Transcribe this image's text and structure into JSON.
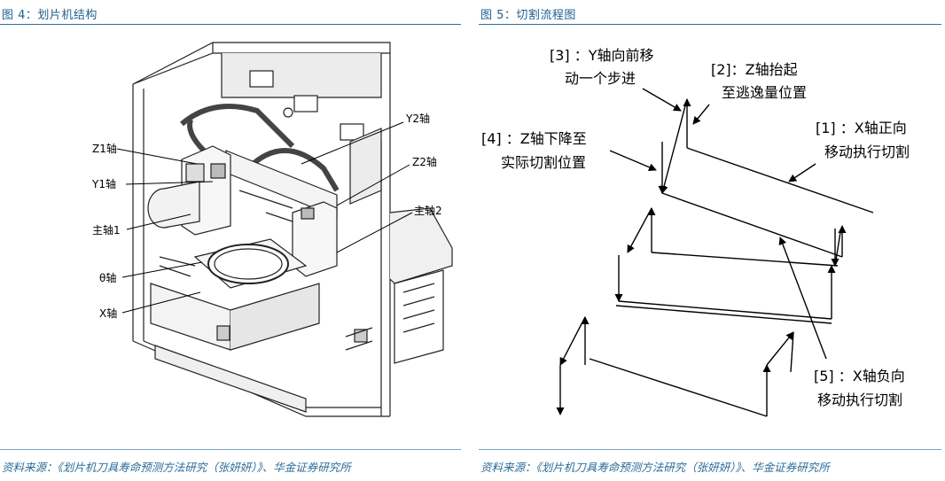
{
  "left": {
    "caption": "图 4：划片机结构",
    "labels": {
      "z1": "Z1轴",
      "y1": "Y1轴",
      "spindle1": "主轴1",
      "theta": "θ轴",
      "x": "X轴",
      "y2": "Y2轴",
      "z2": "Z2轴",
      "spindle2": "主轴2"
    },
    "source": "资料来源：《划片机刀具寿命预测方法研究（张妍妍）》、华金证券研究所"
  },
  "right": {
    "caption": "图 5：切割流程图",
    "steps": {
      "s3_line1": "[3] ：Y轴向前移",
      "s3_line2": "动一个步进",
      "s2_line1": "[2]：Z轴抬起",
      "s2_line2": "至逃逸量位置",
      "s4_line1": "[4] ：Z轴下降至",
      "s4_line2": "实际切割位置",
      "s1_line1": "[1] ：X轴正向",
      "s1_line2": "移动执行切割",
      "s5_line1": "[5] ：X轴负向",
      "s5_line2": "移动执行切割"
    },
    "source": "资料来源：《划片机刀具寿命预测方法研究（张妍妍）》、华金证券研究所"
  }
}
